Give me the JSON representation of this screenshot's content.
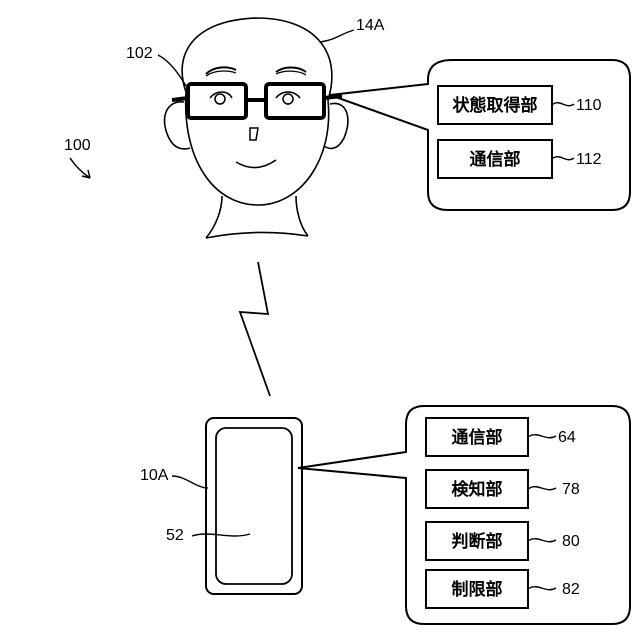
{
  "figure": {
    "system_ref": "100",
    "glasses_ref": "102",
    "head_ref": "14A",
    "phone_ref": "10A",
    "screen_ref": "52"
  },
  "glasses_units": [
    {
      "label": "状態取得部",
      "ref": "110"
    },
    {
      "label": "通信部",
      "ref": "112"
    }
  ],
  "phone_units": [
    {
      "label": "通信部",
      "ref": "64"
    },
    {
      "label": "検知部",
      "ref": "78"
    },
    {
      "label": "判断部",
      "ref": "80"
    },
    {
      "label": "制限部",
      "ref": "82"
    }
  ]
}
